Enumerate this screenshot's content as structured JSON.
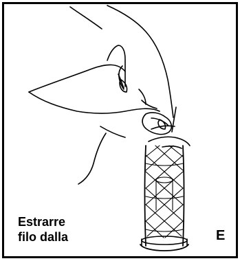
{
  "caption": {
    "line1": "Estrarre",
    "line2": "filo dalla"
  },
  "panel_label": "E",
  "colors": {
    "ink": "#000000",
    "paper": "#ffffff"
  }
}
